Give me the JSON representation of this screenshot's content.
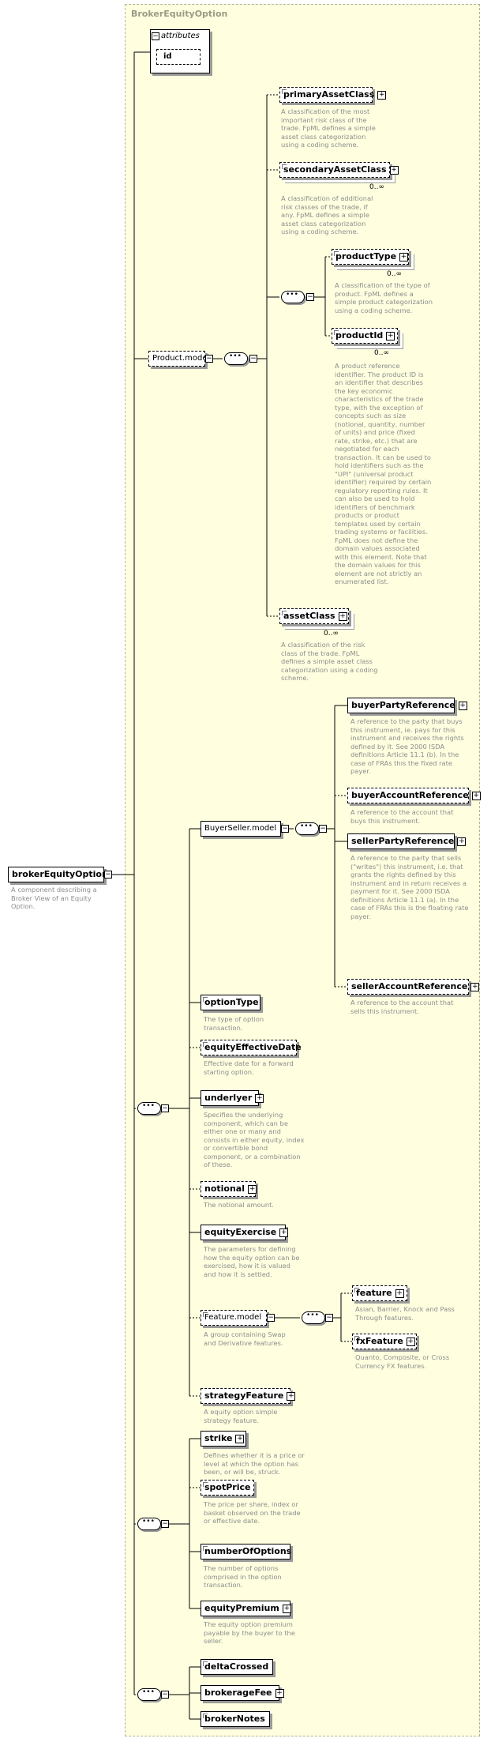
{
  "diagram": {
    "frame_title": "BrokerEquityOption",
    "root": {
      "label": "brokerEquityOption",
      "desc": "A component describing a Broker View of an Equity Option."
    },
    "attributes": {
      "title": "attributes",
      "items": [
        "id"
      ]
    },
    "product_model": {
      "label": "Product.model",
      "elements": [
        {
          "key": "primaryAssetClass",
          "label": "primaryAssetClass",
          "card": "",
          "desc": "A classification of the most important risk class of the trade. FpML defines a simple asset class categorization using a coding scheme."
        },
        {
          "key": "secondaryAssetClass",
          "label": "secondaryAssetClass",
          "card": "0..∞",
          "desc": "A classification of additional risk classes of the trade, if any. FpML defines a simple asset class categorization using a coding scheme."
        },
        {
          "key": "productType",
          "label": "productType",
          "card": "0..∞",
          "desc": "A classification of the type of product. FpML defines a simple product categorization using a coding scheme."
        },
        {
          "key": "productId",
          "label": "productId",
          "card": "0..∞",
          "desc": "A product reference identifier. The product ID is an identifier that describes the key economic characteristics of the trade type, with the exception of concepts such as size (notional, quantity, number of units) and price (fixed rate, strike, etc.) that are negotiated for each transaction. It can be used to hold identifiers such as the \"UPI\" (universal product identifier) required by certain regulatory reporting rules. It can also be used to hold identifiers of benchmark products or product templates used by certain trading systems or facilities. FpML does not define the domain values associated with this element. Note that the domain values for this element are not strictly an enumerated list."
        },
        {
          "key": "assetClass",
          "label": "assetClass",
          "card": "0..∞",
          "desc": "A classification of the risk class of the trade. FpML defines a simple asset class categorization using a coding scheme."
        }
      ]
    },
    "buyer_seller_model": {
      "label": "BuyerSeller.model",
      "elements": [
        {
          "key": "buyerPartyReference",
          "label": "buyerPartyReference",
          "desc": "A reference to the party that buys this instrument, ie. pays for this instrument and receives the rights defined by it. See 2000 ISDA definitions Article 11.1 (b). In the case of FRAs this the fixed rate payer."
        },
        {
          "key": "buyerAccountReference",
          "label": "buyerAccountReference",
          "desc": "A reference to the account that buys this instrument."
        },
        {
          "key": "sellerPartyReference",
          "label": "sellerPartyReference",
          "desc": "A reference to the party that sells (\"writes\") this instrument, i.e. that grants the rights defined by this instrument and in return receives a payment for it. See 2000 ISDA definitions Article 11.1 (a). In the case of FRAs this is the floating rate payer."
        },
        {
          "key": "sellerAccountReference",
          "label": "sellerAccountReference",
          "desc": "A reference to the account that sells this instrument."
        }
      ]
    },
    "option_elements": [
      {
        "key": "optionType",
        "label": "optionType",
        "desc": "The type of option transaction."
      },
      {
        "key": "equityEffectiveDate",
        "label": "equityEffectiveDate",
        "desc": "Effective date for a forward starting option."
      },
      {
        "key": "underlyer",
        "label": "underlyer",
        "desc": "Specifies the underlying component, which can be either one or many and consists in either equity, index or convertible bond component, or a combination of these."
      },
      {
        "key": "notional",
        "label": "notional",
        "desc": "The notional amount."
      },
      {
        "key": "equityExercise",
        "label": "equityExercise",
        "desc": "The parameters for defining how the equity option can be exercised, how it is valued and how it is settled."
      }
    ],
    "feature_model": {
      "label": "Feature.model",
      "desc": "A group containing Swap and Derivative features.",
      "elements": [
        {
          "key": "feature",
          "label": "feature",
          "desc": "Asian, Barrier, Knock and Pass Through features."
        },
        {
          "key": "fxFeature",
          "label": "fxFeature",
          "desc": "Quanto, Composite, or Cross Currency FX features."
        }
      ]
    },
    "strategy_feature": {
      "label": "strategyFeature",
      "desc": "A equity option simple strategy feature."
    },
    "strike_elements": [
      {
        "key": "strike",
        "label": "strike",
        "desc": "Defines whether it is a price or level at which the option has been, or will be, struck."
      },
      {
        "key": "spotPrice",
        "label": "spotPrice",
        "desc": "The price per share, index or basket observed on the trade or effective date."
      },
      {
        "key": "numberOfOptions",
        "label": "numberOfOptions",
        "desc": "The number of options comprised in the option transaction."
      },
      {
        "key": "equityPremium",
        "label": "equityPremium",
        "desc": "The equity option premium payable by the buyer to the seller."
      }
    ],
    "broker_elements": [
      {
        "key": "deltaCrossed",
        "label": "deltaCrossed"
      },
      {
        "key": "brokerageFee",
        "label": "brokerageFee"
      },
      {
        "key": "brokerNotes",
        "label": "brokerNotes"
      }
    ]
  }
}
